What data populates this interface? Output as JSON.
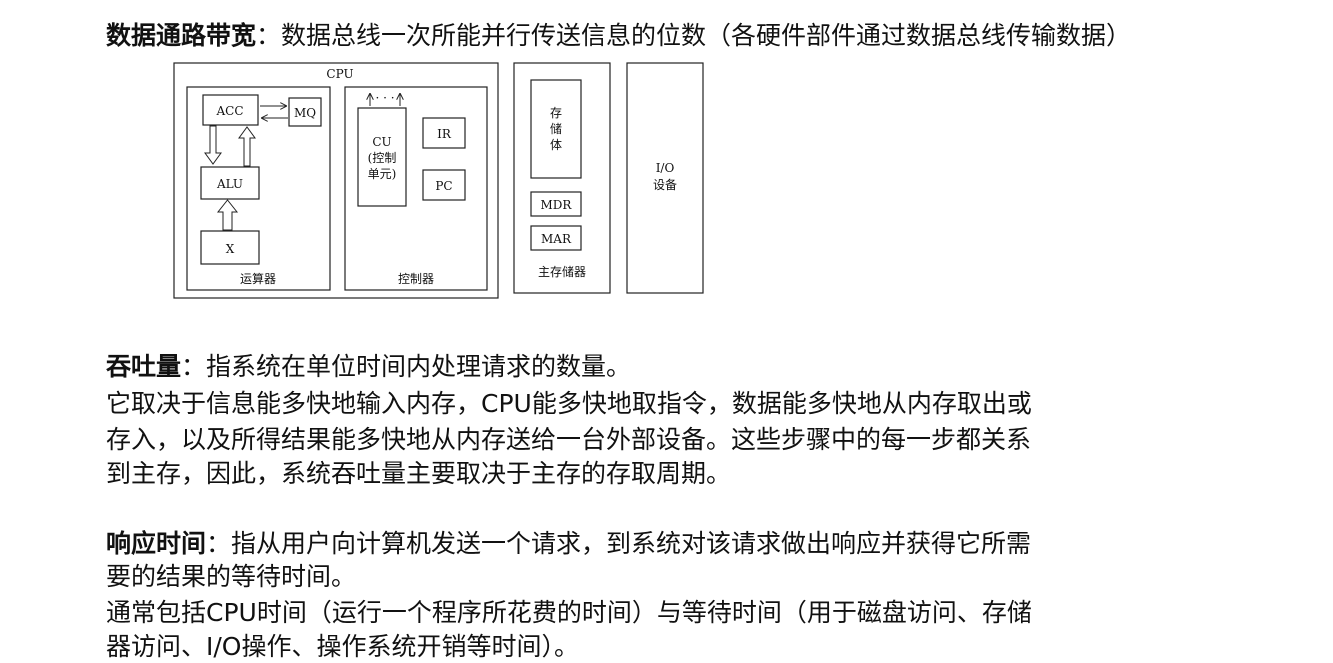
{
  "bandwidth": {
    "term": "数据通路带宽",
    "colon": "：",
    "definition": "数据总线一次所能并行传送信息的位数（各硬件部件通过数据总线传输数据）"
  },
  "diagram": {
    "cpu_label": "CPU",
    "alu_unit": {
      "label": "运算器",
      "acc": "ACC",
      "mq": "MQ",
      "alu": "ALU",
      "x": "X"
    },
    "control_unit": {
      "label": "控制器",
      "dots": "· · ·",
      "cu": [
        "CU",
        "(控制",
        "单元)"
      ],
      "ir": "IR",
      "pc": "PC"
    },
    "main_memory": {
      "label": "主存储器",
      "storage_body": [
        "存",
        "储",
        "体"
      ],
      "mdr": "MDR",
      "mar": "MAR"
    },
    "io": [
      "I/O",
      "设备"
    ]
  },
  "throughput": {
    "term": "吞吐量",
    "colon": "：",
    "definition": "指系统在单位时间内处理请求的数量。",
    "lines": [
      "它取决于信息能多快地输入内存，CPU能多快地取指令，数据能多快地从内存取出或",
      "存入，以及所得结果能多快地从内存送给一台外部设备。这些步骤中的每一步都关系",
      "到主存，因此，系统吞吐量主要取决于主存的存取周期。"
    ]
  },
  "response_time": {
    "term": "响应时间",
    "colon": "：",
    "definition": "指从用户向计算机发送一个请求，到系统对该请求做出响应并获得它所需",
    "lines": [
      "要的结果的等待时间。",
      "通常包括CPU时间（运行一个程序所花费的时间）与等待时间（用于磁盘访问、存储",
      "器访问、I/O操作、操作系统开销等时间）。"
    ]
  }
}
